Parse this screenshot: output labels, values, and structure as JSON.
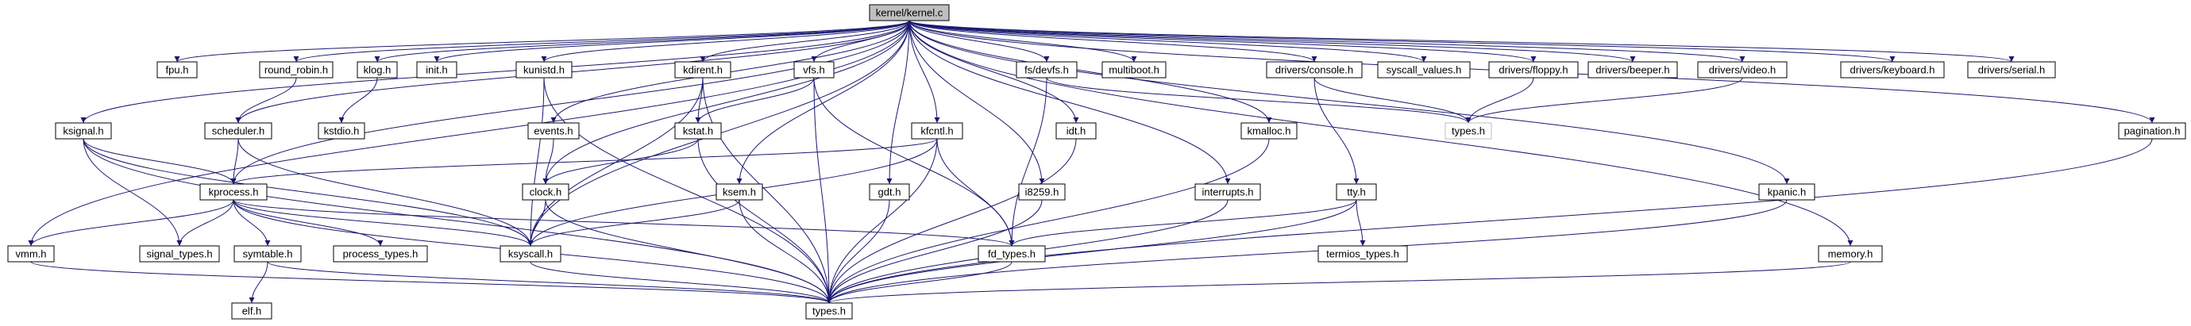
{
  "diagram": {
    "colors": {
      "edge": "#191970",
      "node_fill": "#ffffff",
      "node_border": "#000000",
      "root_fill": "#bfbfbf",
      "system_border": "#bfbfbf",
      "text": "#000000"
    },
    "nodes": [
      {
        "id": "kernel_c",
        "label": "kernel/kernel.c",
        "style": "root"
      },
      {
        "id": "fpu_h",
        "label": "fpu.h"
      },
      {
        "id": "round_robin_h",
        "label": "round_robin.h"
      },
      {
        "id": "klog_h",
        "label": "klog.h"
      },
      {
        "id": "init_h",
        "label": "init.h"
      },
      {
        "id": "kunistd_h",
        "label": "kunistd.h"
      },
      {
        "id": "kdirent_h",
        "label": "kdirent.h"
      },
      {
        "id": "vfs_h",
        "label": "vfs.h"
      },
      {
        "id": "fs_devfs_h",
        "label": "fs/devfs.h"
      },
      {
        "id": "multiboot_h",
        "label": "multiboot.h"
      },
      {
        "id": "drivers_console_h",
        "label": "drivers/console.h"
      },
      {
        "id": "syscall_values_h",
        "label": "syscall_values.h"
      },
      {
        "id": "drivers_floppy_h",
        "label": "drivers/floppy.h"
      },
      {
        "id": "drivers_beeper_h",
        "label": "drivers/beeper.h"
      },
      {
        "id": "drivers_video_h",
        "label": "drivers/video.h"
      },
      {
        "id": "drivers_keyboard_h",
        "label": "drivers/keyboard.h"
      },
      {
        "id": "drivers_serial_h",
        "label": "drivers/serial.h"
      },
      {
        "id": "scheduler_h",
        "label": "scheduler.h"
      },
      {
        "id": "kstdio_h",
        "label": "kstdio.h"
      },
      {
        "id": "ksignal_h",
        "label": "ksignal.h"
      },
      {
        "id": "events_h",
        "label": "events.h"
      },
      {
        "id": "kstat_h",
        "label": "kstat.h"
      },
      {
        "id": "kfcntl_h",
        "label": "kfcntl.h"
      },
      {
        "id": "idt_h",
        "label": "idt.h"
      },
      {
        "id": "kmalloc_h",
        "label": "kmalloc.h"
      },
      {
        "id": "types_h_sys",
        "label": "types.h",
        "style": "system"
      },
      {
        "id": "pagination_h",
        "label": "pagination.h"
      },
      {
        "id": "kprocess_h",
        "label": "kprocess.h"
      },
      {
        "id": "clock_h",
        "label": "clock.h"
      },
      {
        "id": "ksem_h",
        "label": "ksem.h"
      },
      {
        "id": "gdt_h",
        "label": "gdt.h"
      },
      {
        "id": "i8259_h",
        "label": "i8259.h"
      },
      {
        "id": "interrupts_h",
        "label": "interrupts.h"
      },
      {
        "id": "tty_h",
        "label": "tty.h"
      },
      {
        "id": "kpanic_h",
        "label": "kpanic.h"
      },
      {
        "id": "vmm_h",
        "label": "vmm.h"
      },
      {
        "id": "signal_types_h",
        "label": "signal_types.h"
      },
      {
        "id": "symtable_h",
        "label": "symtable.h"
      },
      {
        "id": "process_types_h",
        "label": "process_types.h"
      },
      {
        "id": "ksyscall_h",
        "label": "ksyscall.h"
      },
      {
        "id": "fd_types_h",
        "label": "fd_types.h"
      },
      {
        "id": "termios_types_h",
        "label": "termios_types.h"
      },
      {
        "id": "memory_h",
        "label": "memory.h"
      },
      {
        "id": "elf_h",
        "label": "elf.h"
      },
      {
        "id": "types_h",
        "label": "types.h"
      }
    ],
    "edges": [
      [
        "kernel_c",
        "fpu_h"
      ],
      [
        "kernel_c",
        "round_robin_h"
      ],
      [
        "kernel_c",
        "klog_h"
      ],
      [
        "kernel_c",
        "init_h"
      ],
      [
        "kernel_c",
        "kunistd_h"
      ],
      [
        "kernel_c",
        "kdirent_h"
      ],
      [
        "kernel_c",
        "vfs_h"
      ],
      [
        "kernel_c",
        "fs_devfs_h"
      ],
      [
        "kernel_c",
        "multiboot_h"
      ],
      [
        "kernel_c",
        "drivers_console_h"
      ],
      [
        "kernel_c",
        "syscall_values_h"
      ],
      [
        "kernel_c",
        "drivers_floppy_h"
      ],
      [
        "kernel_c",
        "drivers_beeper_h"
      ],
      [
        "kernel_c",
        "drivers_video_h"
      ],
      [
        "kernel_c",
        "drivers_keyboard_h"
      ],
      [
        "kernel_c",
        "drivers_serial_h"
      ],
      [
        "kernel_c",
        "scheduler_h"
      ],
      [
        "kernel_c",
        "ksignal_h"
      ],
      [
        "kernel_c",
        "events_h"
      ],
      [
        "kernel_c",
        "kfcntl_h"
      ],
      [
        "kernel_c",
        "idt_h"
      ],
      [
        "kernel_c",
        "kmalloc_h"
      ],
      [
        "kernel_c",
        "pagination_h"
      ],
      [
        "kernel_c",
        "kprocess_h"
      ],
      [
        "kernel_c",
        "clock_h"
      ],
      [
        "kernel_c",
        "ksem_h"
      ],
      [
        "kernel_c",
        "gdt_h"
      ],
      [
        "kernel_c",
        "i8259_h"
      ],
      [
        "kernel_c",
        "interrupts_h"
      ],
      [
        "kernel_c",
        "kpanic_h"
      ],
      [
        "kernel_c",
        "vmm_h"
      ],
      [
        "kernel_c",
        "ksyscall_h"
      ],
      [
        "kernel_c",
        "memory_h"
      ],
      [
        "round_robin_h",
        "scheduler_h"
      ],
      [
        "klog_h",
        "kstdio_h"
      ],
      [
        "kunistd_h",
        "ksyscall_h"
      ],
      [
        "kunistd_h",
        "types_h"
      ],
      [
        "kdirent_h",
        "kstat_h"
      ],
      [
        "kdirent_h",
        "types_h"
      ],
      [
        "kdirent_h",
        "ksyscall_h"
      ],
      [
        "vfs_h",
        "kstat_h"
      ],
      [
        "vfs_h",
        "types_h"
      ],
      [
        "vfs_h",
        "fd_types_h"
      ],
      [
        "fs_devfs_h",
        "fd_types_h"
      ],
      [
        "fs_devfs_h",
        "types_h_sys"
      ],
      [
        "drivers_console_h",
        "types_h_sys"
      ],
      [
        "drivers_console_h",
        "tty_h"
      ],
      [
        "drivers_floppy_h",
        "types_h_sys"
      ],
      [
        "drivers_video_h",
        "types_h_sys"
      ],
      [
        "scheduler_h",
        "kprocess_h"
      ],
      [
        "scheduler_h",
        "ksyscall_h"
      ],
      [
        "ksignal_h",
        "kprocess_h"
      ],
      [
        "ksignal_h",
        "signal_types_h"
      ],
      [
        "ksignal_h",
        "ksyscall_h"
      ],
      [
        "ksignal_h",
        "types_h"
      ],
      [
        "events_h",
        "clock_h"
      ],
      [
        "kstat_h",
        "clock_h"
      ],
      [
        "kstat_h",
        "types_h"
      ],
      [
        "kfcntl_h",
        "kprocess_h"
      ],
      [
        "kfcntl_h",
        "ksyscall_h"
      ],
      [
        "kfcntl_h",
        "fd_types_h"
      ],
      [
        "kfcntl_h",
        "types_h"
      ],
      [
        "idt_h",
        "types_h"
      ],
      [
        "kmalloc_h",
        "types_h"
      ],
      [
        "pagination_h",
        "types_h"
      ],
      [
        "kprocess_h",
        "vmm_h"
      ],
      [
        "kprocess_h",
        "signal_types_h"
      ],
      [
        "kprocess_h",
        "symtable_h"
      ],
      [
        "kprocess_h",
        "process_types_h"
      ],
      [
        "kprocess_h",
        "ksyscall_h"
      ],
      [
        "kprocess_h",
        "fd_types_h"
      ],
      [
        "kprocess_h",
        "types_h"
      ],
      [
        "clock_h",
        "ksyscall_h"
      ],
      [
        "clock_h",
        "types_h"
      ],
      [
        "ksem_h",
        "ksyscall_h"
      ],
      [
        "ksem_h",
        "types_h"
      ],
      [
        "gdt_h",
        "types_h"
      ],
      [
        "i8259_h",
        "types_h"
      ],
      [
        "interrupts_h",
        "types_h"
      ],
      [
        "tty_h",
        "fd_types_h"
      ],
      [
        "tty_h",
        "termios_types_h"
      ],
      [
        "tty_h",
        "types_h"
      ],
      [
        "kpanic_h",
        "types_h"
      ],
      [
        "vmm_h",
        "types_h"
      ],
      [
        "symtable_h",
        "elf_h"
      ],
      [
        "symtable_h",
        "types_h"
      ],
      [
        "ksyscall_h",
        "types_h"
      ],
      [
        "fd_types_h",
        "types_h"
      ],
      [
        "memory_h",
        "types_h"
      ]
    ]
  }
}
